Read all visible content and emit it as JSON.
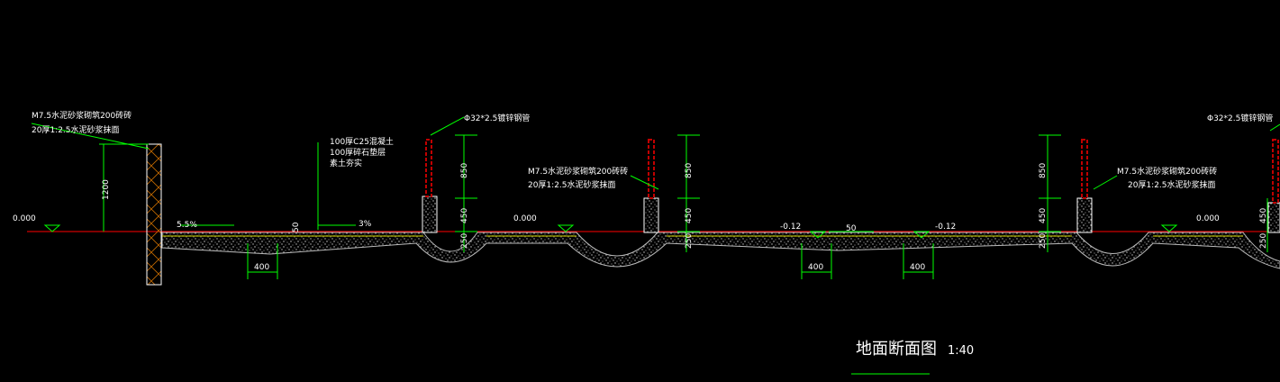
{
  "drawing": {
    "title": "地面断面图",
    "scale": "1:40",
    "colors": {
      "background": "#000000",
      "dimension": "#00ff00",
      "ground_line": "#ff0000",
      "railing": "#c00000",
      "text": "#ffffff",
      "pavement": "#9a9a9a",
      "mortar_layer": "#d8d800",
      "wall_hatch": "#c8c8c8"
    },
    "notes": {
      "wall_note_1": "M7.5水泥砂浆砌筑200砖砖",
      "wall_note_2": "20厚1:2.5水泥砂浆抹面",
      "layer_1": "100厚C25混凝土",
      "layer_2": "100厚碎石垫层",
      "layer_3": "素土夯实",
      "pipe_note": "Φ32*2.5镀锌钢管",
      "pipe_note_right": "Φ32*2.5镀锌钢管",
      "pier_note_1": "M7.5水泥砂浆砌筑200砖砖",
      "pier_note_2": "20厚1:2.5水泥砂浆抹面",
      "pier_note_right_1": "M7.5水泥砂浆砌筑200砖砖",
      "pier_note_right_2": "20厚1:2.5水泥砂浆抹面"
    },
    "levels": {
      "left": "0.000",
      "mid": "0.000",
      "right": "0.000",
      "low_1": "-0.12",
      "low_2": "-0.12"
    },
    "slopes": {
      "slope_1": "5.5%",
      "slope_2": "3%"
    },
    "dimensions": {
      "wall_height": "1200",
      "rail_height": "850",
      "pier_height": "450",
      "base_depth": "250",
      "rail_height_b": "850",
      "pier_height_b": "450",
      "base_depth_b": "250",
      "rail_height_c": "850",
      "pier_height_c": "450",
      "base_depth_c": "250",
      "rail_height_d": "450",
      "base_depth_d": "250",
      "slab_1": "50",
      "slab_2": "50",
      "width_1": "400",
      "width_2": "400",
      "width_3": "400"
    }
  }
}
